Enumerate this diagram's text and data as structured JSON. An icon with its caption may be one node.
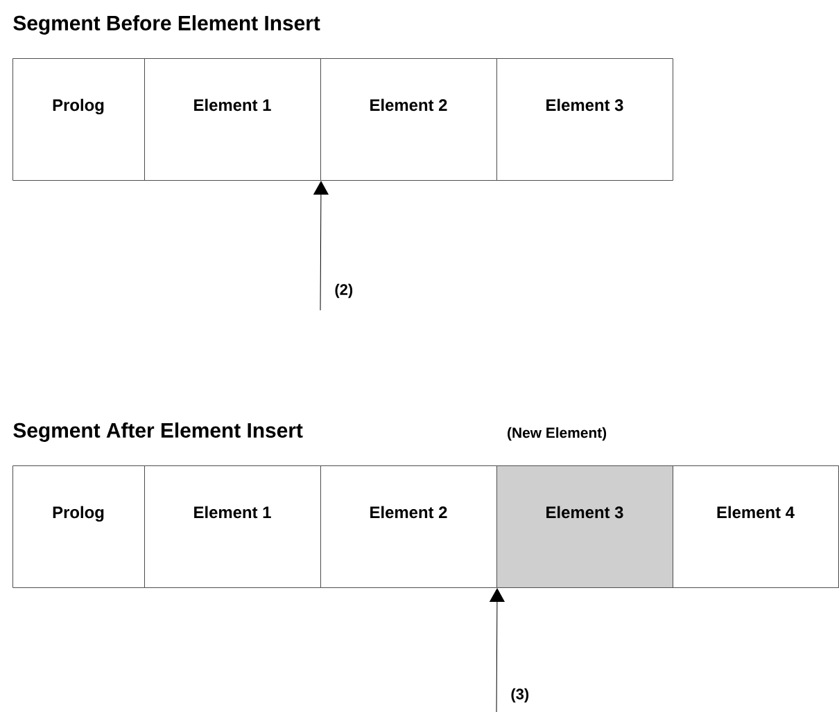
{
  "diagram": {
    "nodes": [
      {
        "text": [
          "Prolog"
        ]
      },
      {
        "text": [
          "Element 1"
        ]
      },
      {
        "text": [
          "Element 2"
        ]
      },
      {
        "text": [
          "Element 3"
        ]
      },
      {
        "text": [
          "(2)"
        ]
      },
      {
        "text": [
          "Prolog"
        ]
      },
      {
        "text": [
          "Element 1"
        ]
      },
      {
        "text": [
          "Element 2"
        ]
      },
      {
        "text": [
          "Element 3"
        ],
        "beside": [
          "(New Element)"
        ]
      },
      {
        "text": [
          "Element 4"
        ]
      },
      {
        "text": [
          "(3)"
        ]
      }
    ],
    "edges": [
      {
        "from": 4,
        "to": 1,
        "arrow": "to"
      },
      {
        "from": 10,
        "to": 7,
        "arrow": "to"
      }
    ],
    "labels": [
      "Segment Before Element Insert",
      "Segment After Element Insert"
    ]
  }
}
